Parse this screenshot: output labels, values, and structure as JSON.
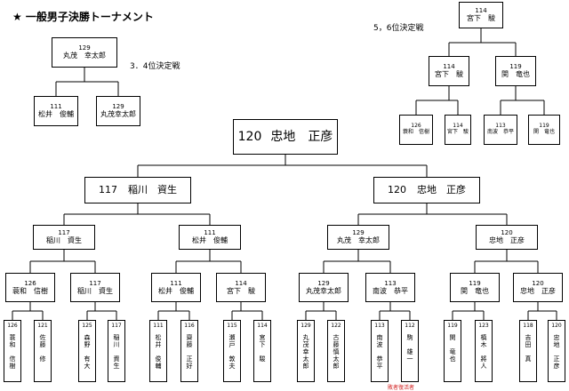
{
  "title": "★ 一般男子決勝トーナメント",
  "notes": {
    "third_place": "3．4位決定戦",
    "fifth_place": "5，6位決定戦",
    "repechage": "敗者復活者"
  },
  "champion": {
    "num": "120",
    "name": "忠地　正彦"
  },
  "semifinals": [
    {
      "num": "117",
      "name": "稲川　資生"
    },
    {
      "num": "120",
      "name": "忠地　正彦"
    }
  ],
  "quarterfinals": [
    {
      "num": "117",
      "name": "稲川　資生"
    },
    {
      "num": "111",
      "name": "松井　俊輔"
    },
    {
      "num": "129",
      "name": "丸茂　幸太郎"
    },
    {
      "num": "120",
      "name": "忠地　正彦"
    }
  ],
  "round16": [
    {
      "num": "126",
      "name": "蓑和　信樹"
    },
    {
      "num": "117",
      "name": "稲川　資生"
    },
    {
      "num": "111",
      "name": "松井　俊輔"
    },
    {
      "num": "114",
      "name": "宮下　駿"
    },
    {
      "num": "129",
      "name": "丸茂幸太郎"
    },
    {
      "num": "113",
      "name": "南波　恭平"
    },
    {
      "num": "119",
      "name": "関　竜也"
    },
    {
      "num": "120",
      "name": "忠地　正彦"
    }
  ],
  "first_round": [
    {
      "num": "126",
      "name": "蓑和　信樹"
    },
    {
      "num": "121",
      "name": "佐藤　修"
    },
    {
      "num": "125",
      "name": "森野　有大"
    },
    {
      "num": "117",
      "name": "稲川　資生"
    },
    {
      "num": "111",
      "name": "松井　俊輔"
    },
    {
      "num": "116",
      "name": "齋藤　正好"
    },
    {
      "num": "115",
      "name": "瀬戸　敦夫"
    },
    {
      "num": "114",
      "name": "宮下　駿"
    },
    {
      "num": "129",
      "name": "丸茂幸太郎"
    },
    {
      "num": "122",
      "name": "古藤慎太郎"
    },
    {
      "num": "113",
      "name": "南波　恭平"
    },
    {
      "num": "112",
      "name": "駒　雄一"
    },
    {
      "num": "119",
      "name": "関　竜也"
    },
    {
      "num": "123",
      "name": "槙木　將人"
    },
    {
      "num": "118",
      "name": "吉田　真"
    },
    {
      "num": "120",
      "name": "忠地　正彦"
    }
  ],
  "third_place_match": {
    "winner": {
      "num": "129",
      "name": "丸茂　幸太郎"
    },
    "players": [
      {
        "num": "111",
        "name": "松井　俊輔"
      },
      {
        "num": "129",
        "name": "丸茂幸太郎"
      }
    ]
  },
  "fifth_place_match": {
    "winner": {
      "num": "114",
      "name": "宮下　駿"
    },
    "semis": [
      {
        "num": "114",
        "name": "宮下　駿"
      },
      {
        "num": "119",
        "name": "関　竜也"
      }
    ],
    "players": [
      {
        "num": "126",
        "name": "蓑和　信樹"
      },
      {
        "num": "114",
        "name": "宮下　駿"
      },
      {
        "num": "113",
        "name": "南波　恭平"
      },
      {
        "num": "119",
        "name": "関　竜也"
      }
    ]
  }
}
